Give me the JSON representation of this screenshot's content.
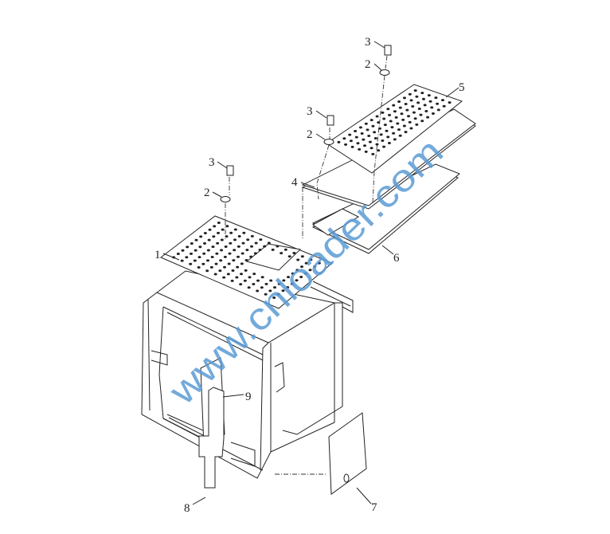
{
  "diagram": {
    "type": "exploded-parts-view",
    "part_labels": {
      "p1": "1",
      "p2a": "2",
      "p2b": "2",
      "p2c": "2",
      "p3a": "3",
      "p3b": "3",
      "p3c": "3",
      "p4": "4",
      "p5": "5",
      "p6": "6",
      "p7": "7",
      "p8": "8",
      "p9": "9"
    },
    "watermark": "www.cnloader.com",
    "colors": {
      "line": "#222222",
      "watermark": "#5b9bd5"
    }
  }
}
